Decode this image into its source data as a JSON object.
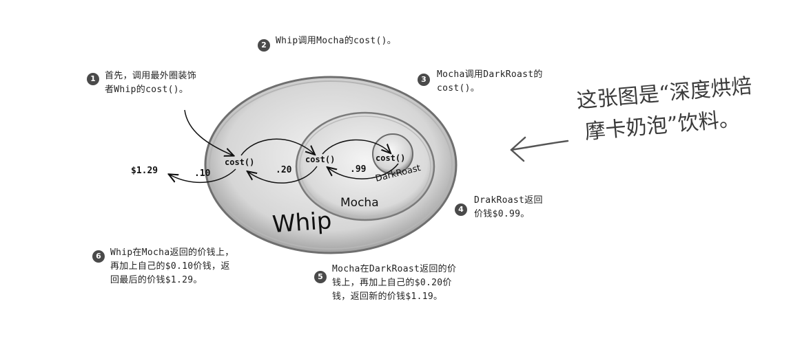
{
  "diagram": {
    "layers": {
      "outer": "Whip",
      "middle": "Mocha",
      "inner": "DarkRoast"
    },
    "method_label": "cost()",
    "values": {
      "total": "$1.29",
      "whip": ".10",
      "mocha": ".20",
      "darkroast": ".99"
    }
  },
  "steps": [
    {
      "num": "1",
      "lines": [
        "首先，调用最外圈装饰",
        "者Whip的cost()。"
      ]
    },
    {
      "num": "2",
      "lines": [
        "Whip调用Mocha的cost()。"
      ]
    },
    {
      "num": "3",
      "lines": [
        "Mocha调用DarkRoast的",
        "cost()。"
      ]
    },
    {
      "num": "4",
      "lines": [
        "DrakRoast返回",
        "价钱$0.99。"
      ]
    },
    {
      "num": "5",
      "lines": [
        "Mocha在DarkRoast返回的价",
        "钱上，再加上自己的$0.20价",
        "钱，返回新的价钱$1.19。"
      ]
    },
    {
      "num": "6",
      "lines": [
        "Whip在Mocha返回的价钱上，",
        "再加上自己的$0.10价钱，返",
        "回最后的价钱$1.29。"
      ]
    }
  ],
  "callout": {
    "lines": [
      "这张图是“深度烘焙",
      "摩卡奶泡”饮料。"
    ]
  }
}
